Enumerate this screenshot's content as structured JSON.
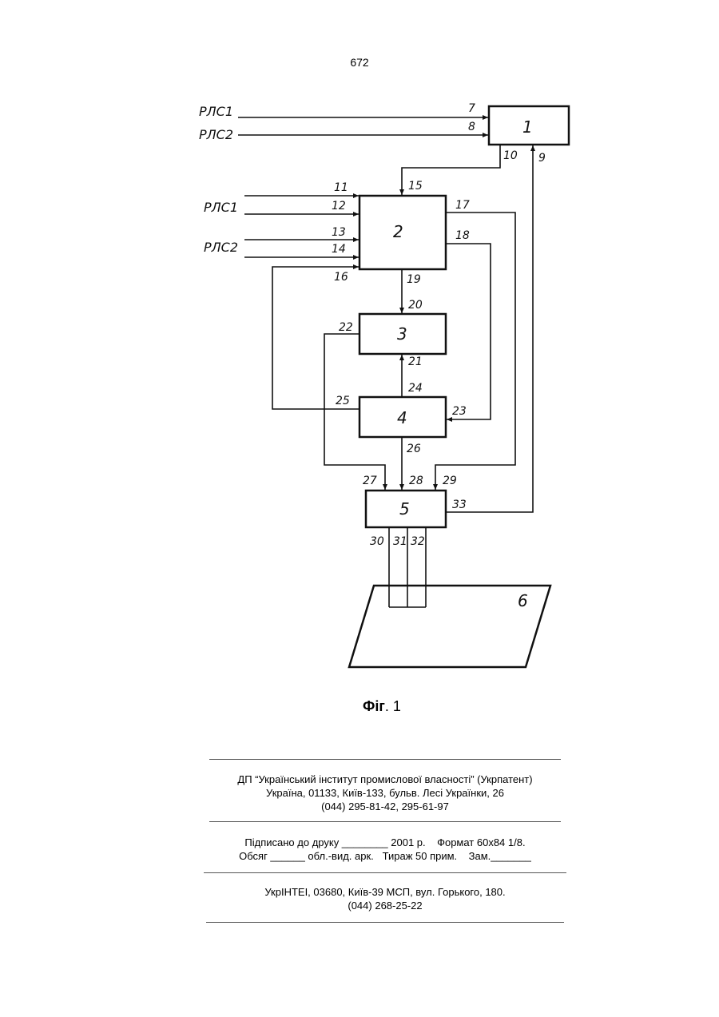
{
  "page_number": "672",
  "diagram": {
    "inputs": {
      "rls1_top": "РЛС1",
      "rls2_top": "РЛС2",
      "rls1_mid": "РЛС1",
      "rls2_mid": "РЛС2"
    },
    "blocks": {
      "b1": "1",
      "b2": "2",
      "b3": "3",
      "b4": "4",
      "b5": "5",
      "b6": "6"
    },
    "ports": {
      "p7": "7",
      "p8": "8",
      "p9": "9",
      "p10": "10",
      "p11": "11",
      "p12": "12",
      "p13": "13",
      "p14": "14",
      "p15": "15",
      "p16": "16",
      "p17": "17",
      "p18": "18",
      "p19": "19",
      "p20": "20",
      "p21": "21",
      "p22": "22",
      "p23": "23",
      "p24": "24",
      "p25": "25",
      "p26": "26",
      "p27": "27",
      "p28": "28",
      "p29": "29",
      "p30": "30",
      "p31": "31",
      "p32": "32",
      "p33": "33"
    }
  },
  "caption": {
    "prefix": "Фіг",
    "suffix": ". 1"
  },
  "imprint": {
    "block1": [
      "ДП “Український інститут промислової власності” (Укрпатент)",
      "Україна, 01133, Київ-133, бульв. Лесі Українки, 26",
      "(044) 295-81-42, 295-61-97"
    ],
    "block2": [
      "Підписано до друку ________ 2001 р.    Формат 60x84 1/8.",
      "Обсяг ______ обл.-вид. арк.   Тираж 50 прим.    Зам._______"
    ],
    "block3": [
      "УкрІНТЕІ, 03680, Київ-39 МСП, вул. Горького, 180.",
      "(044) 268-25-22"
    ]
  }
}
